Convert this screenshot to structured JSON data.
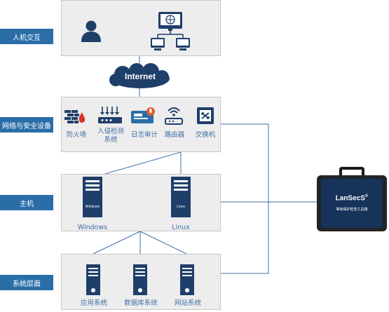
{
  "layers": {
    "hci": "人机交互",
    "network": "网络与安全设备",
    "host": "主机",
    "system": "系统层面"
  },
  "cloud_label": "Internet",
  "network_devices": [
    {
      "name": "firewall",
      "label": "防火墙"
    },
    {
      "name": "ids",
      "label": "入侵检测\n系统"
    },
    {
      "name": "log-audit",
      "label": "日志审计"
    },
    {
      "name": "router",
      "label": "路由器"
    },
    {
      "name": "switch",
      "label": "交换机"
    }
  ],
  "hosts": [
    {
      "name": "windows",
      "label": "Windows",
      "inner": "Windows"
    },
    {
      "name": "linux",
      "label": "Linux",
      "inner": "Linux"
    }
  ],
  "systems": [
    {
      "name": "app-system",
      "label": "应用系统"
    },
    {
      "name": "db-system",
      "label": "数据库系统"
    },
    {
      "name": "web-system",
      "label": "网站系统"
    }
  ],
  "toolbox": {
    "brand": "LanSecS",
    "mark": "®",
    "subtitle": "等级保护检查工具箱"
  },
  "colors": {
    "accent": "#2a6ea8",
    "line": "#3f6fa8",
    "panel": "#ededed",
    "device": "#1f3f6b"
  }
}
